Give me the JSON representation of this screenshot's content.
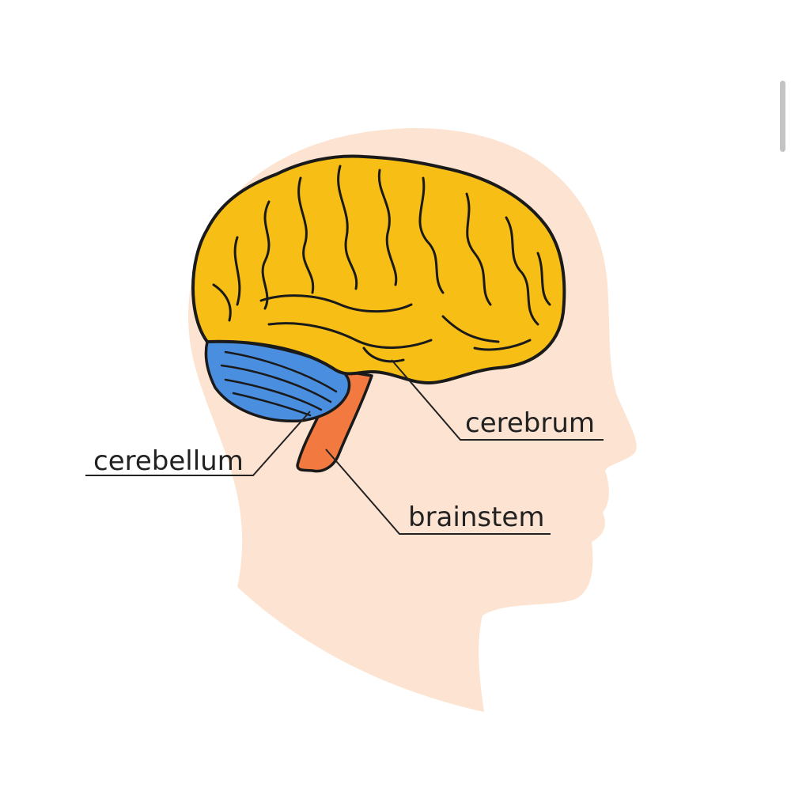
{
  "diagram": {
    "labels": {
      "cerebrum": "cerebrum",
      "cerebellum": "cerebellum",
      "brainstem": "brainstem"
    }
  },
  "colors": {
    "head": "#fde4d2",
    "cerebrum": "#f7bf15",
    "cerebellum": "#4a8ee0",
    "brainstem": "#f27a40",
    "outline": "#1a1a1a",
    "label_text": "#222222",
    "leader_line": "#222222"
  },
  "icons": {
    "scrollbar": "scrollbar-thumb"
  }
}
